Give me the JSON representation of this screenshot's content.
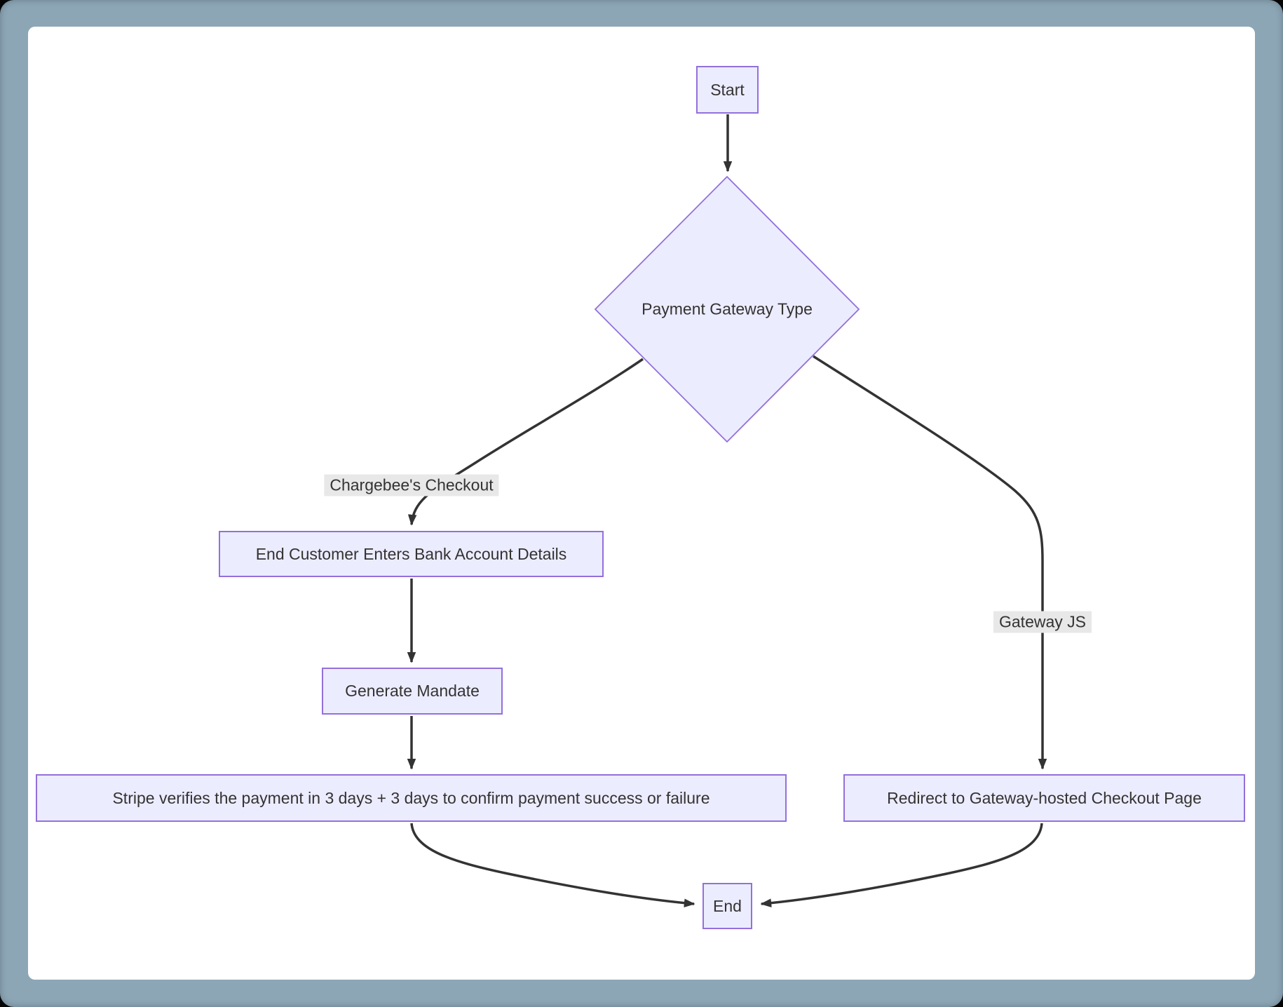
{
  "theme": {
    "frame_color": "#8CA6B6",
    "canvas_bg": "#ffffff",
    "node_fill": "#ECECFF",
    "node_border": "#9370DB",
    "text_color": "#333333",
    "edge_color": "#333333",
    "edge_label_bg": "#e8e8e8"
  },
  "diagram": {
    "type": "flowchart",
    "direction": "top-down",
    "nodes": [
      {
        "id": "start",
        "shape": "rect",
        "label": "Start"
      },
      {
        "id": "gateway_type",
        "shape": "diamond",
        "label": "Payment Gateway Type"
      },
      {
        "id": "enter_bank",
        "shape": "rect",
        "label": "End Customer Enters Bank Account Details"
      },
      {
        "id": "generate_mandate",
        "shape": "rect",
        "label": "Generate Mandate"
      },
      {
        "id": "stripe_verifies",
        "shape": "rect",
        "label": "Stripe verifies the payment in 3 days + 3 days to confirm payment success or failure"
      },
      {
        "id": "redirect",
        "shape": "rect",
        "label": "Redirect to Gateway-hosted Checkout Page"
      },
      {
        "id": "end",
        "shape": "rect",
        "label": "End"
      }
    ],
    "edges": [
      {
        "from": "start",
        "to": "gateway_type",
        "label": ""
      },
      {
        "from": "gateway_type",
        "to": "enter_bank",
        "label": "Chargebee's Checkout"
      },
      {
        "from": "gateway_type",
        "to": "redirect",
        "label": "Gateway JS"
      },
      {
        "from": "enter_bank",
        "to": "generate_mandate",
        "label": ""
      },
      {
        "from": "generate_mandate",
        "to": "stripe_verifies",
        "label": ""
      },
      {
        "from": "stripe_verifies",
        "to": "end",
        "label": ""
      },
      {
        "from": "redirect",
        "to": "end",
        "label": ""
      }
    ]
  }
}
